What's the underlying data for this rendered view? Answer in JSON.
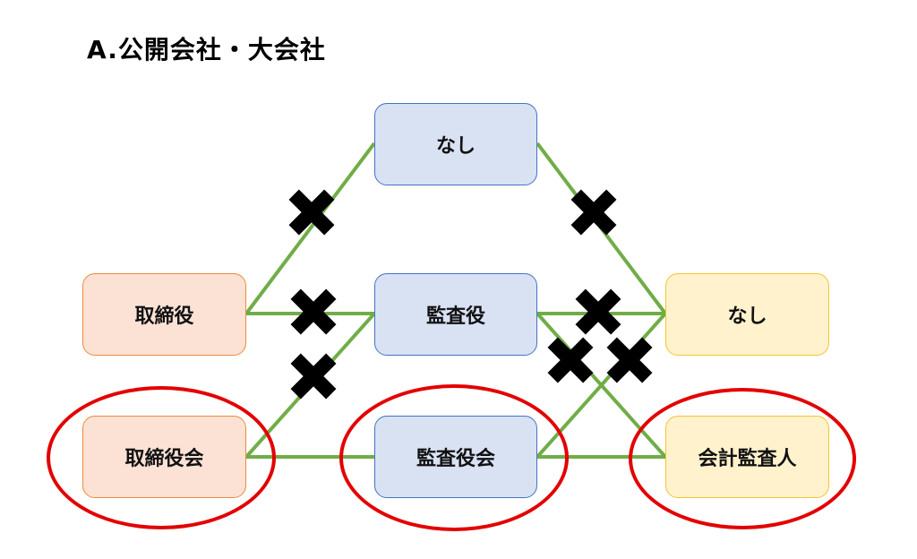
{
  "title": "A.公開会社・大会社",
  "nodes": {
    "top_none": "なし",
    "director": "取締役",
    "auditor": "監査役",
    "right_none": "なし",
    "board": "取締役会",
    "audit_board": "監査役会",
    "accounting_auditor": "会計監査人"
  },
  "colors": {
    "line": "#70ad47",
    "cross": "#000000",
    "ring": "#e30000",
    "blue_fill": "#d9e2f3",
    "orange_fill": "#fbe2d5",
    "yellow_fill": "#fff2cc"
  }
}
